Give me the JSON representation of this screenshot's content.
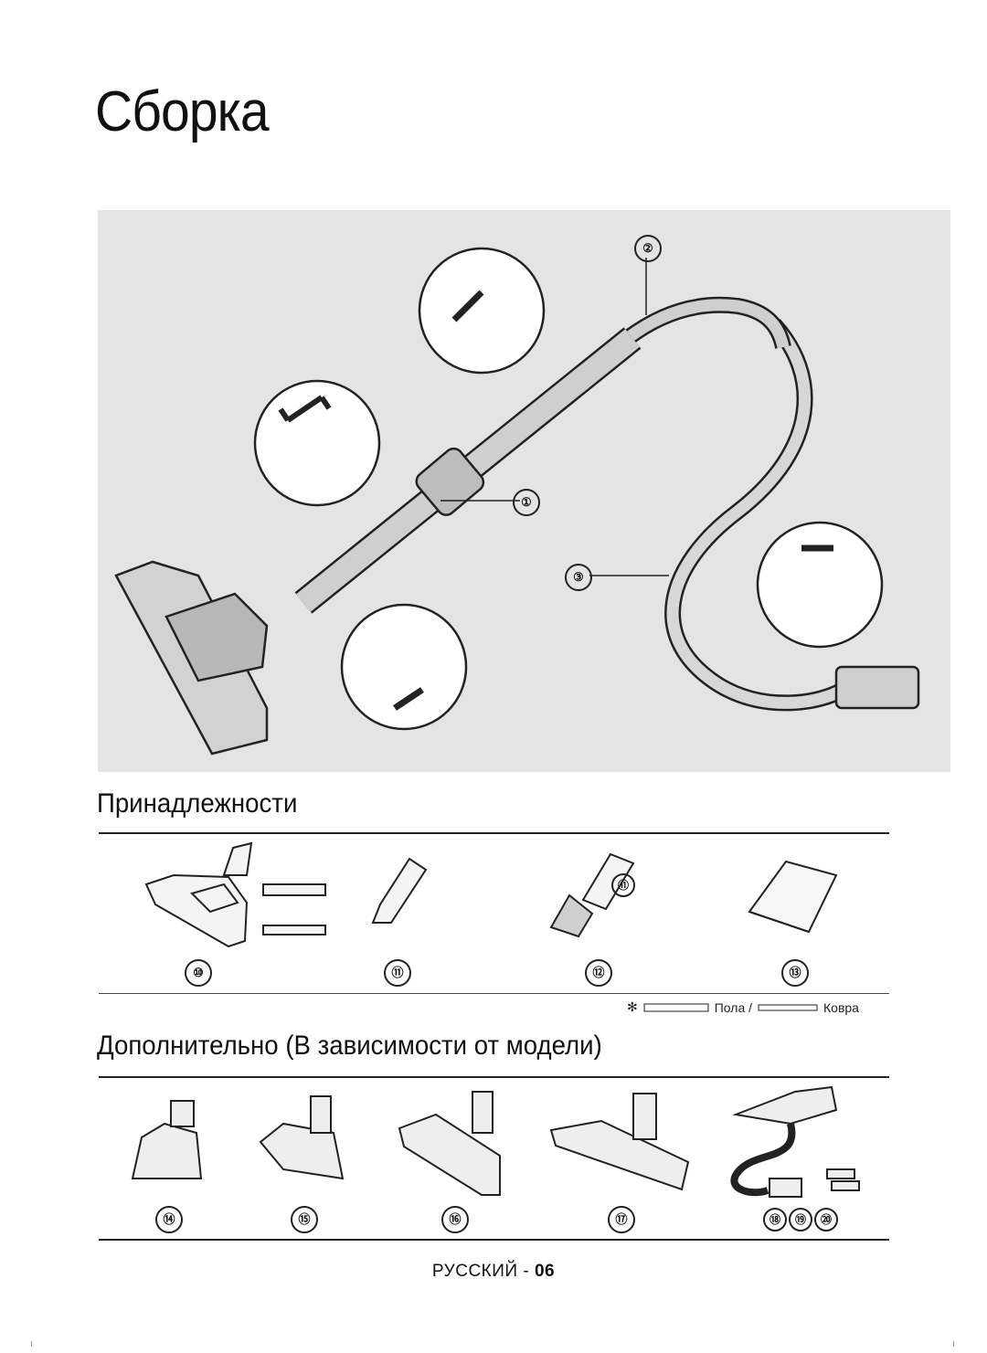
{
  "page": {
    "title": "Сборка",
    "accessories_heading": "Принадлежности",
    "optional_heading": "Дополнительно (В зависимости от модели)",
    "footer_lang": "РУССКИЙ - ",
    "footer_page": "06"
  },
  "hero_callouts": [
    "①",
    "②",
    "③"
  ],
  "accessories": [
    {
      "num": "⑩",
      "icon": "floor-brush-icon"
    },
    {
      "num": "⑪",
      "icon": "crevice-tool-icon"
    },
    {
      "num": "⑫",
      "icon": "dusting-brush-icon",
      "sub_num": "⑪"
    },
    {
      "num": "⑬",
      "icon": "manual-booklet-icon"
    }
  ],
  "note": {
    "symbol": "✻",
    "floor": "Пола /",
    "carpet": "Ковра"
  },
  "optional": [
    {
      "num": "⑭",
      "icon": "mini-turbo-brush-icon"
    },
    {
      "num": "⑮",
      "icon": "pet-brush-icon"
    },
    {
      "num": "⑯",
      "icon": "turbo-brush-icon"
    },
    {
      "num": "⑰",
      "icon": "parquet-brush-icon"
    },
    {
      "nums": [
        "⑱",
        "⑲",
        "⑳"
      ],
      "icon": "hose-with-batteries-icon"
    }
  ]
}
